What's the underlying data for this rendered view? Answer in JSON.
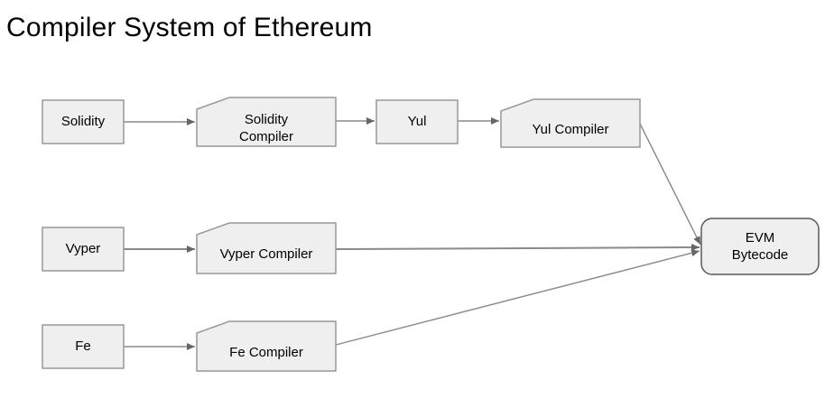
{
  "title": "Compiler System of Ethereum",
  "colors": {
    "background": "#ffffff",
    "text": "#000000",
    "node_fill": "#efefef",
    "node_border": "#999999",
    "evm_border": "#595959",
    "arrow": "#8a8a8a",
    "arrowhead": "#666666"
  },
  "nodes": {
    "solidity": {
      "label": "Solidity",
      "shape": "rectangle"
    },
    "solidity_compiler": {
      "label": "Solidity Compiler",
      "shape": "card"
    },
    "yul": {
      "label": "Yul",
      "shape": "rectangle"
    },
    "yul_compiler": {
      "label": "Yul Compiler",
      "shape": "card"
    },
    "vyper": {
      "label": "Vyper",
      "shape": "rectangle"
    },
    "vyper_compiler": {
      "label": "Vyper Compiler",
      "shape": "card"
    },
    "fe": {
      "label": "Fe",
      "shape": "rectangle"
    },
    "fe_compiler": {
      "label": "Fe Compiler",
      "shape": "card"
    },
    "evm_bytecode": {
      "label": "EVM Bytecode",
      "shape": "rounded-rectangle"
    }
  },
  "edges": [
    {
      "from": "Solidity",
      "to": "Solidity Compiler"
    },
    {
      "from": "Solidity Compiler",
      "to": "Yul"
    },
    {
      "from": "Yul",
      "to": "Yul Compiler"
    },
    {
      "from": "Yul Compiler",
      "to": "EVM Bytecode"
    },
    {
      "from": "Vyper",
      "to": "Vyper Compiler"
    },
    {
      "from": "Vyper Compiler",
      "to": "EVM Bytecode"
    },
    {
      "from": "Fe",
      "to": "Fe Compiler"
    },
    {
      "from": "Fe Compiler",
      "to": "EVM Bytecode"
    }
  ]
}
